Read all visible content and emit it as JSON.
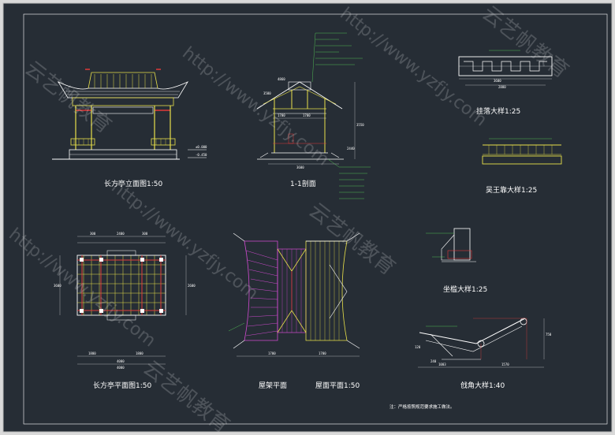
{
  "colors": {
    "background": "#262d35",
    "line": "#ffffff",
    "cad_yellow": "#e8e04a",
    "cad_red": "#e03a3a",
    "cad_magenta": "#d04ad0",
    "cad_green": "#5adb5a",
    "cad_cyan": "#4ad0d0"
  },
  "titles": {
    "elevation": "长方亭立面图1:50",
    "section": "1-1剖面",
    "guaLuo": "挂落大样1:25",
    "wuWangKao": "吴王靠大样1:25",
    "zuoKan": "坐槛大样1:25",
    "plan": "长方亭平面图1:50",
    "roofFrame": "屋架平面",
    "roofPlan": "屋面平面1:50",
    "cornerBeam": "戗角大样1:40"
  },
  "note": "注：严格按照规范要求施工做法。",
  "dims": {
    "elev_h1": "±0.000",
    "elev_h2": "-0.450",
    "sec_top": "4860",
    "sec_mid": "3580",
    "sec_w1": "1700",
    "sec_w2": "1700",
    "sec_total": "3600",
    "sec_h": "3550",
    "sec_h2": "2440",
    "gl_w": "3600",
    "gl_w2": "2880",
    "plan_top1": "300",
    "plan_top2": "2400",
    "plan_top3": "300",
    "plan_h": "3600",
    "plan_w1": "1800",
    "plan_w2": "1800",
    "plan_w3": "4000",
    "plan_total": "4000",
    "plan_h2": "2600",
    "roof_w1": "1700",
    "roof_w2": "1700",
    "corner_w1": "1003",
    "corner_w2": "1570",
    "corner_h": "750",
    "corner_h2": "120",
    "corner_h3": "240"
  },
  "watermark": {
    "url": "http://www.yzfjy.com",
    "brand": "云艺帆教育"
  }
}
